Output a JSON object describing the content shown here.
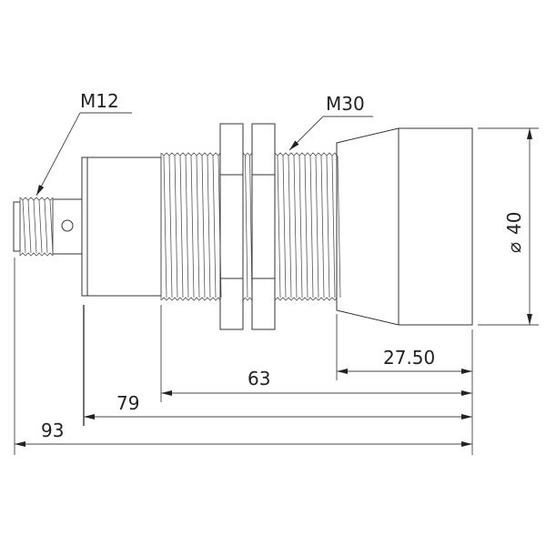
{
  "labels": {
    "connector_thread": "M12",
    "body_thread": "M30",
    "diameter_symbol": "⌀",
    "diameter": "40",
    "dim_lens_length": "27.50",
    "dim_thread_length": "63",
    "dim_body_length": "79",
    "dim_total_length": "93"
  }
}
